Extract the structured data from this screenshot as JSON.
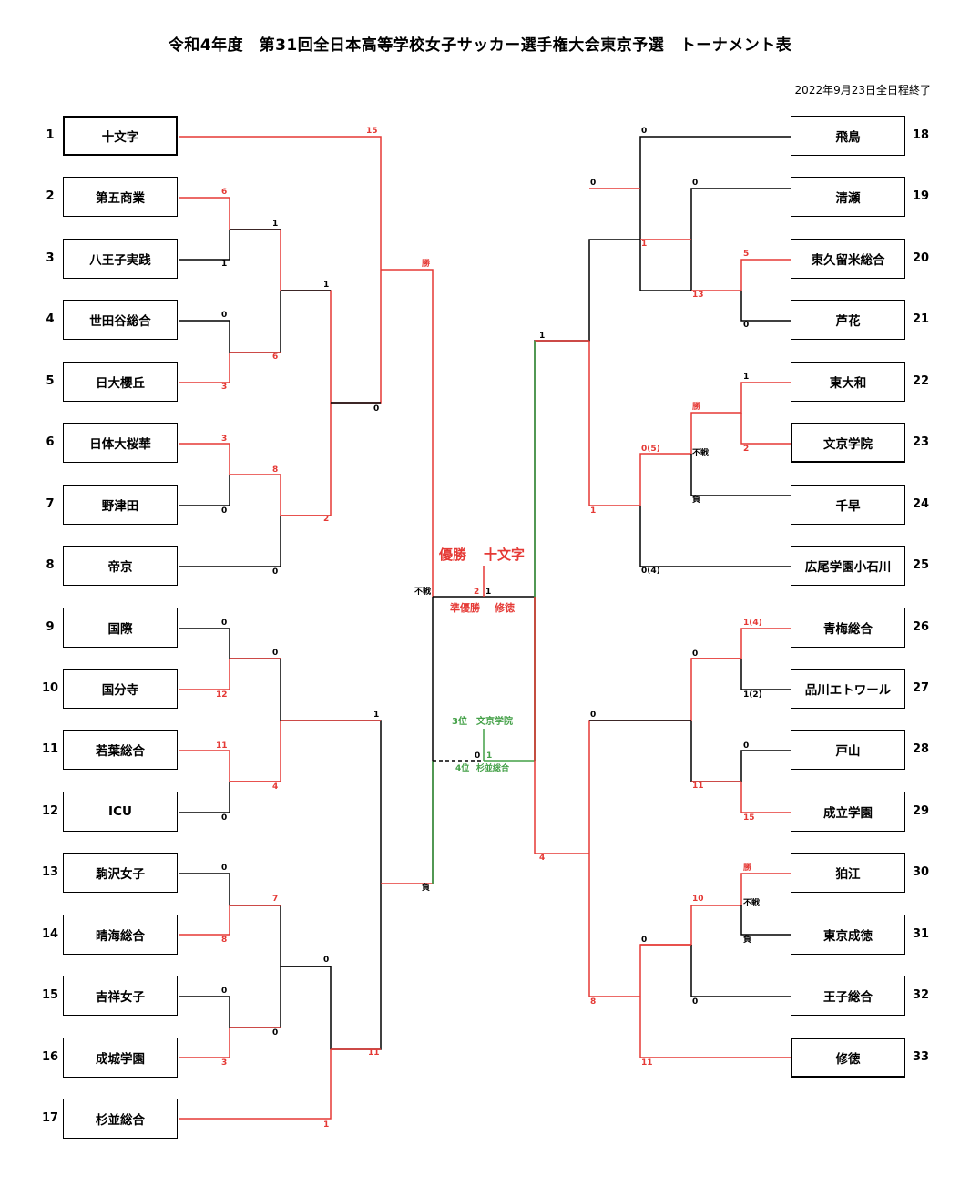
{
  "title": "令和4年度　第31回全日本高等学校女子サッカー選手権大会東京予選　トーナメント表",
  "date": "2022年9月23日全日程終了",
  "colors": {
    "winner_line": "#e53935",
    "third_line": "#43a047",
    "line": "#000000"
  },
  "left_teams": [
    {
      "seed": "1",
      "name": "十文字"
    },
    {
      "seed": "2",
      "name": "第五商業"
    },
    {
      "seed": "3",
      "name": "八王子実践"
    },
    {
      "seed": "4",
      "name": "世田谷総合"
    },
    {
      "seed": "5",
      "name": "日大櫻丘"
    },
    {
      "seed": "6",
      "name": "日体大桜華"
    },
    {
      "seed": "7",
      "name": "野津田"
    },
    {
      "seed": "8",
      "name": "帝京"
    },
    {
      "seed": "9",
      "name": "国際"
    },
    {
      "seed": "10",
      "name": "国分寺"
    },
    {
      "seed": "11",
      "name": "若葉総合"
    },
    {
      "seed": "12",
      "name": "ICU"
    },
    {
      "seed": "13",
      "name": "駒沢女子"
    },
    {
      "seed": "14",
      "name": "晴海総合"
    },
    {
      "seed": "15",
      "name": "吉祥女子"
    },
    {
      "seed": "16",
      "name": "成城学園"
    },
    {
      "seed": "17",
      "name": "杉並総合"
    }
  ],
  "right_teams": [
    {
      "seed": "18",
      "name": "飛鳥"
    },
    {
      "seed": "19",
      "name": "清瀬"
    },
    {
      "seed": "20",
      "name": "東久留米総合"
    },
    {
      "seed": "21",
      "name": "芦花"
    },
    {
      "seed": "22",
      "name": "東大和"
    },
    {
      "seed": "23",
      "name": "文京学院"
    },
    {
      "seed": "24",
      "name": "千早"
    },
    {
      "seed": "25",
      "name": "広尾学園小石川"
    },
    {
      "seed": "26",
      "name": "青梅総合"
    },
    {
      "seed": "27",
      "name": "品川エトワール"
    },
    {
      "seed": "28",
      "name": "戸山"
    },
    {
      "seed": "29",
      "name": "成立学園"
    },
    {
      "seed": "30",
      "name": "狛江"
    },
    {
      "seed": "31",
      "name": "東京成徳"
    },
    {
      "seed": "32",
      "name": "王子総合"
    },
    {
      "seed": "33",
      "name": "修徳"
    }
  ],
  "results": {
    "champion_label": "優勝",
    "champion": "十文字",
    "runner_up_label": "準優勝",
    "runner_up": "修徳",
    "third_label": "3位",
    "third": "文京学院",
    "fourth_label": "4位",
    "fourth": "杉並総合"
  },
  "scores": {
    "win": "勝",
    "lose": "負",
    "forfeit": "不戦",
    "final_left": "2",
    "final_right": "1",
    "third_left": "0",
    "third_right": "1",
    "s15": "15",
    "s6": "6",
    "s1": "1",
    "s0": "0",
    "s3": "3",
    "s8": "8",
    "s2": "2",
    "s12": "12",
    "s11": "11",
    "s4": "4",
    "s7": "7",
    "s13": "13",
    "s5": "5",
    "s0p5": "0(5)",
    "s0p4": "0(4)",
    "s1p4": "1(4)",
    "s1p2": "1(2)",
    "s10": "10"
  }
}
